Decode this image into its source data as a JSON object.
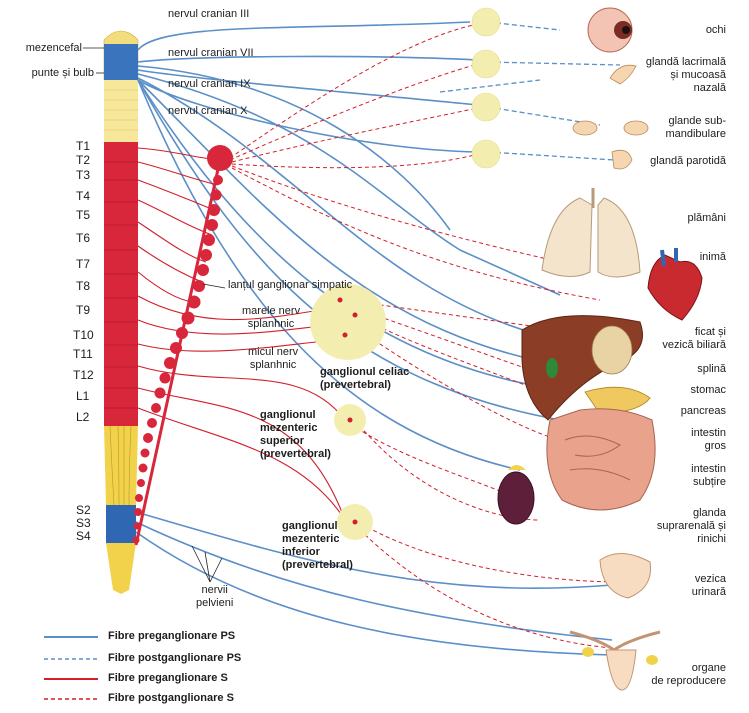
{
  "cranial_nerves": [
    "nervul cranian III",
    "nervul cranian VII",
    "nervul cranian IX",
    "nervul cranian X"
  ],
  "brain_labels": [
    "mezencefal",
    "punte și bulb"
  ],
  "segments": [
    "T1",
    "T2",
    "T3",
    "T4",
    "T5",
    "T6",
    "T7",
    "T8",
    "T9",
    "T10",
    "T11",
    "T12",
    "L1",
    "L2",
    "S2",
    "S3",
    "S4"
  ],
  "sympathetic_labels": {
    "chain": "lanțul ganglionar simpatic",
    "greater": [
      "marele nerv",
      "splanhnic"
    ],
    "lesser": [
      "micul nerv",
      "splanhnic"
    ],
    "celiac": [
      "ganglionul celiac",
      "(prevertebral)"
    ],
    "sup_mes": [
      "ganglionul",
      "mezenteric",
      "superior",
      "(prevertebral)"
    ],
    "inf_mes": [
      "ganglionul",
      "mezenteric",
      "inferior",
      "(prevertebral)"
    ],
    "pelvic": [
      "nervii",
      "pelvieni"
    ]
  },
  "organs": {
    "eye": [
      "ochi"
    ],
    "lacrimal": [
      "glandă lacrimală",
      "și mucoasă",
      "nazală"
    ],
    "submand": [
      "glande sub-",
      "mandibulare"
    ],
    "parotid": [
      "glandă parotidă"
    ],
    "lungs": [
      "plămâni"
    ],
    "heart": [
      "inimă"
    ],
    "liver": [
      "ficat și",
      "vezică biliară"
    ],
    "spleen": [
      "splină"
    ],
    "stomach": [
      "stomac"
    ],
    "pancreas": [
      "pancreas"
    ],
    "colon": [
      "intestin",
      "gros"
    ],
    "small_int": [
      "intestin",
      "subțire"
    ],
    "adrenal": [
      "glanda",
      "suprarenală și",
      "rinichi"
    ],
    "bladder": [
      "vezica",
      "urinară"
    ],
    "repro": [
      "organe",
      "de reproducere"
    ]
  },
  "legend": [
    {
      "label": "Fibre preganglionare PS",
      "color": "#5b8fc7",
      "style": "solid"
    },
    {
      "label": "Fibre postganglionare PS",
      "color": "#5b8fc7",
      "style": "dashed"
    },
    {
      "label": "Fibre preganglionare S",
      "color": "#d21f2b",
      "style": "solid"
    },
    {
      "label": "Fibre postganglionare S",
      "color": "#d21f2b",
      "style": "dashed"
    }
  ],
  "colors": {
    "ps": "#5b8fc7",
    "s": "#d21f2b",
    "ganglion_halo": "#f3eeb0",
    "spine_red": "#d8263a",
    "spine_yellow": "#f2d24a",
    "spine_blue": "#2f67b3"
  }
}
